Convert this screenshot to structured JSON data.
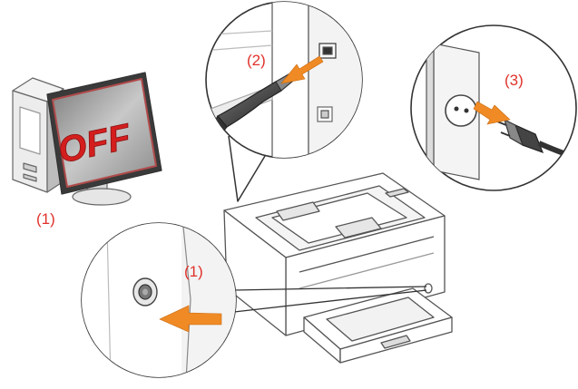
{
  "diagram": {
    "computer": {
      "screen_text": "OFF",
      "step_label": "(1)"
    },
    "power_button_callout": {
      "step_label": "(1)"
    },
    "usb_callout": {
      "step_label": "(2)"
    },
    "power_plug_callout": {
      "step_label": "(3)"
    },
    "colors": {
      "label_red": "#e0322b",
      "arrow_orange": "#f08a24",
      "off_red": "#d41e1e",
      "screen_outline": "#b04a4a",
      "line_gray": "#555555",
      "light_gray": "#d9d9d9"
    }
  }
}
